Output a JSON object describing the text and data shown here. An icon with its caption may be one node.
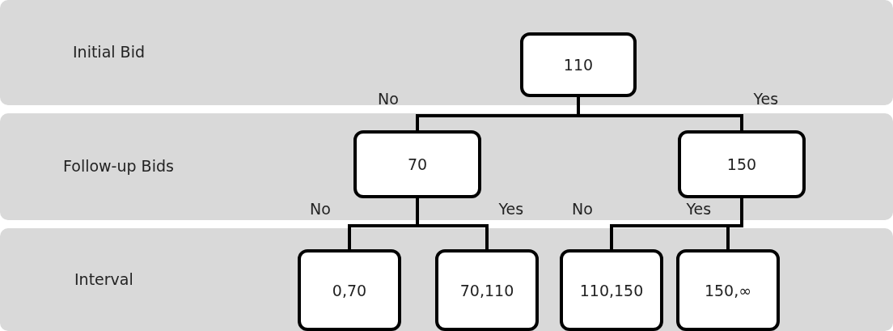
{
  "diagram": {
    "nodes": [
      {
        "text": [
          "Initial Bid"
        ]
      },
      {
        "text": [
          "110"
        ],
        "in": 0
      },
      {
        "text": [
          "Follow-up Bids"
        ]
      },
      {
        "text": [
          "70"
        ],
        "in": 2
      },
      {
        "text": [
          "150"
        ],
        "in": 2
      },
      {
        "text": [
          "Interval"
        ]
      },
      {
        "text": [
          "0,70"
        ],
        "in": 5
      },
      {
        "text": [
          "70,110"
        ],
        "in": 5
      },
      {
        "text": [
          "110,150"
        ],
        "in": 5
      },
      {
        "text": [
          "150,∞"
        ],
        "in": 5
      }
    ],
    "edges": [
      {
        "from": 1,
        "to": 3,
        "arrow": "none",
        "label": "No"
      },
      {
        "from": 1,
        "to": 4,
        "arrow": "none",
        "label": "Yes"
      },
      {
        "from": 3,
        "to": 6,
        "arrow": "none",
        "label": "No"
      },
      {
        "from": 3,
        "to": 7,
        "arrow": "none",
        "label": "Yes"
      },
      {
        "from": 4,
        "to": 8,
        "arrow": "none",
        "label": "No"
      },
      {
        "from": 4,
        "to": 9,
        "arrow": "none",
        "label": "Yes"
      }
    ]
  }
}
